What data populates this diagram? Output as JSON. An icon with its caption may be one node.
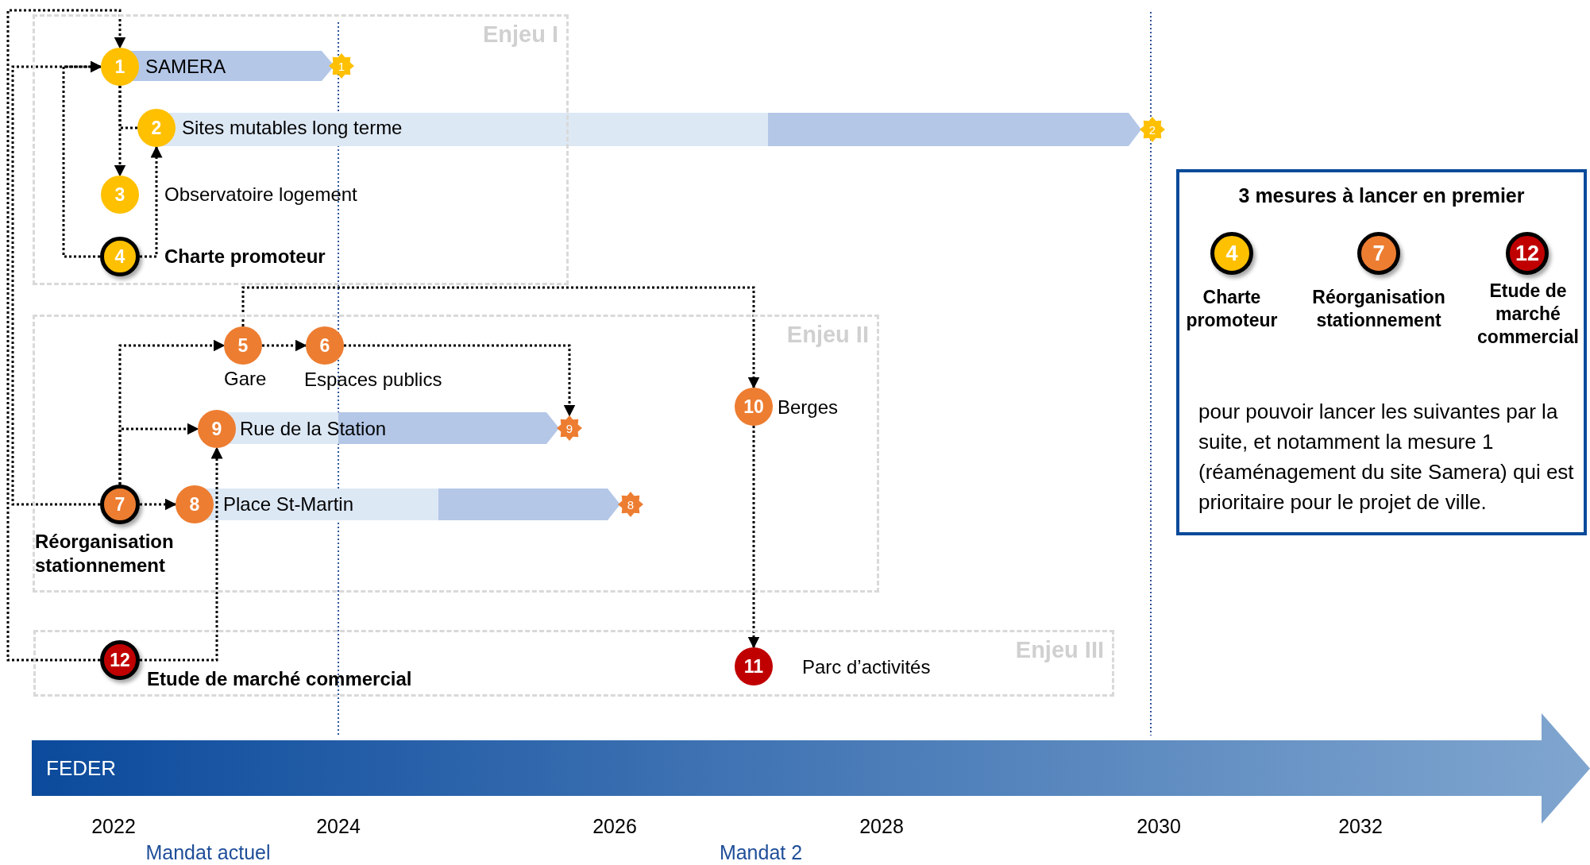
{
  "diagram": {
    "nodes": [
      {
        "text": [
          "Enjeu I"
        ]
      },
      {
        "text": [
          "1"
        ],
        "beside": [
          "SAMERA"
        ],
        "in": 0
      },
      {
        "text": [
          "1"
        ],
        "in": 0
      },
      {
        "text": [
          "2"
        ],
        "beside": [
          "Sites mutables long terme"
        ],
        "in": 0
      },
      {
        "text": [
          "2"
        ]
      },
      {
        "text": [
          "3"
        ],
        "beside": [
          "Observatoire logement"
        ],
        "in": 0
      },
      {
        "text": [
          "4"
        ],
        "beside": [
          "Charte promoteur"
        ],
        "in": 0
      },
      {
        "text": [
          "Enjeu II"
        ]
      },
      {
        "text": [
          "5"
        ],
        "beside": [
          "Gare"
        ],
        "in": 7
      },
      {
        "text": [
          "6"
        ],
        "beside": [
          "Espaces publics"
        ],
        "in": 7
      },
      {
        "text": [
          "10"
        ],
        "beside": [
          "Berges"
        ],
        "in": 7
      },
      {
        "text": [
          "9"
        ],
        "beside": [
          "Rue de la Station"
        ],
        "in": 7
      },
      {
        "text": [
          "9"
        ],
        "in": 7
      },
      {
        "text": [
          "7"
        ],
        "beside": [
          "Réorganisation stationnement"
        ],
        "in": 7
      },
      {
        "text": [
          "8"
        ],
        "beside": [
          "Place St-Martin"
        ],
        "in": 7
      },
      {
        "text": [
          "8"
        ],
        "in": 7
      },
      {
        "text": [
          "Enjeu III"
        ]
      },
      {
        "text": [
          "12"
        ],
        "beside": [
          "Etude de marché commercial"
        ],
        "in": 16
      },
      {
        "text": [
          "11"
        ],
        "beside": [
          "Parc d’activités"
        ],
        "in": 16
      },
      {
        "text": [
          "3 mesures à lancer en premier",
          "pour pouvoir lancer les suivantes par la suite, et notamment la mesure 1 (réaménagement du site Samera) qui est prioritaire pour le projet de ville."
        ]
      },
      {
        "text": [
          "4"
        ],
        "beside": [
          "Charte promoteur"
        ],
        "in": 19
      },
      {
        "text": [
          "7"
        ],
        "beside": [
          "Réorganisation stationnement"
        ],
        "in": 19
      },
      {
        "text": [
          "12"
        ],
        "beside": [
          "Etude de marché commercial"
        ],
        "in": 19
      },
      {
        "text": [
          "FEDER"
        ]
      }
    ],
    "edges": [
      {
        "from": 17,
        "to": 1,
        "arrow": "to"
      },
      {
        "from": 13,
        "to": 1,
        "arrow": "to"
      },
      {
        "from": 6,
        "to": 1,
        "arrow": "to"
      },
      {
        "from": 1,
        "to": 5,
        "arrow": "to"
      },
      {
        "from": 1,
        "to": 3,
        "arrow": "none"
      },
      {
        "from": 6,
        "to": 3,
        "arrow": "to"
      },
      {
        "from": 8,
        "to": 10,
        "arrow": "to"
      },
      {
        "from": 13,
        "to": 8,
        "arrow": "to"
      },
      {
        "from": 13,
        "to": 11,
        "arrow": "to"
      },
      {
        "from": 13,
        "to": 14,
        "arrow": "to"
      },
      {
        "from": 8,
        "to": 9,
        "arrow": "to"
      },
      {
        "from": 9,
        "to": 12,
        "arrow": "to"
      },
      {
        "from": 17,
        "to": 11,
        "arrow": "to"
      },
      {
        "from": 10,
        "to": 18,
        "arrow": "to"
      }
    ],
    "labels": [
      "2022",
      "2024",
      "2026",
      "2028",
      "2030",
      "2032",
      "Mandat actuel",
      "Mandat 2"
    ]
  }
}
